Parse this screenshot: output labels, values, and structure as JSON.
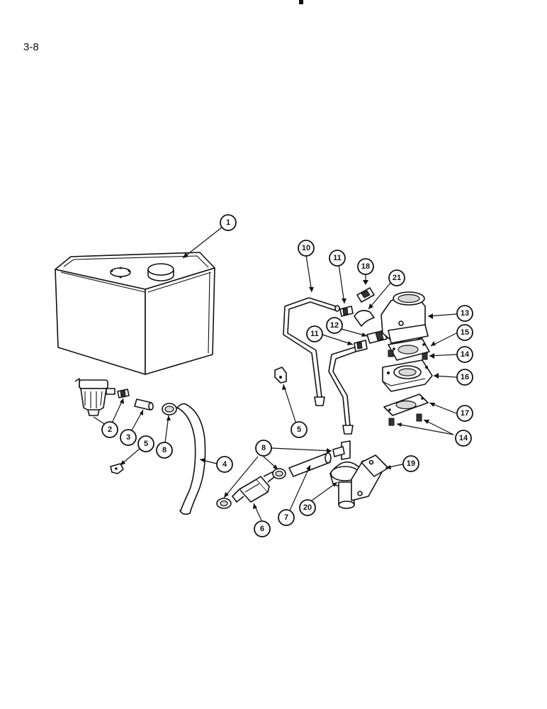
{
  "page_number": "3-8",
  "callouts": [
    {
      "id": "c1",
      "label": "1"
    },
    {
      "id": "c2",
      "label": "2"
    },
    {
      "id": "c3",
      "label": "3"
    },
    {
      "id": "c4",
      "label": "4"
    },
    {
      "id": "c5a",
      "label": "5"
    },
    {
      "id": "c5b",
      "label": "5"
    },
    {
      "id": "c6",
      "label": "6"
    },
    {
      "id": "c7",
      "label": "7"
    },
    {
      "id": "c8a",
      "label": "8"
    },
    {
      "id": "c8b",
      "label": "8"
    },
    {
      "id": "c10",
      "label": "10"
    },
    {
      "id": "c11a",
      "label": "11"
    },
    {
      "id": "c11b",
      "label": "11"
    },
    {
      "id": "c12",
      "label": "12"
    },
    {
      "id": "c13",
      "label": "13"
    },
    {
      "id": "c14a",
      "label": "14"
    },
    {
      "id": "c14b",
      "label": "14"
    },
    {
      "id": "c15",
      "label": "15"
    },
    {
      "id": "c16",
      "label": "16"
    },
    {
      "id": "c17",
      "label": "17"
    },
    {
      "id": "c18",
      "label": "18"
    },
    {
      "id": "c19",
      "label": "19"
    },
    {
      "id": "c20",
      "label": "20"
    },
    {
      "id": "c21",
      "label": "21"
    }
  ]
}
